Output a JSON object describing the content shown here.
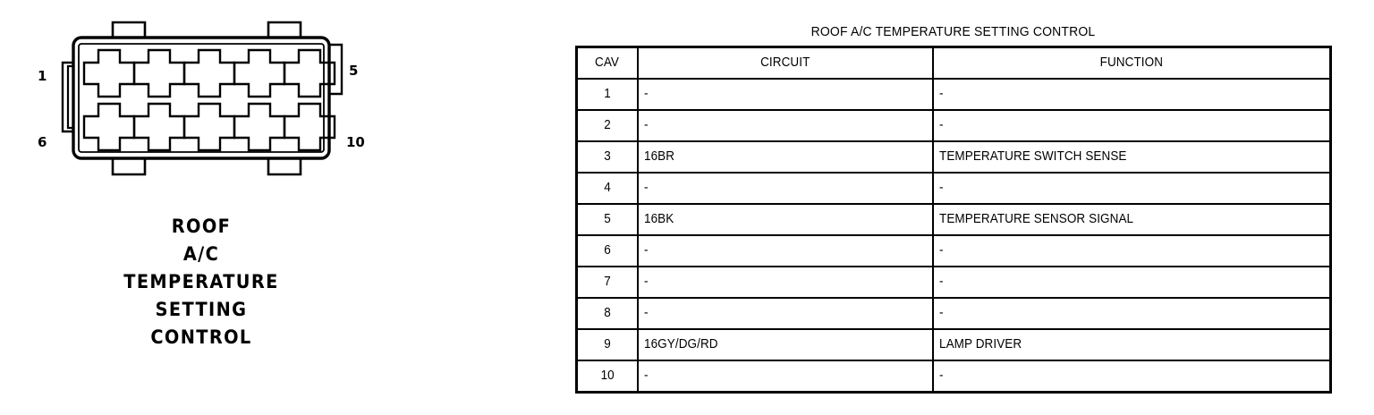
{
  "connector": {
    "caption_lines": [
      "ROOF",
      "A/C",
      "TEMPERATURE",
      "SETTING",
      "CONTROL"
    ],
    "corner_labels": {
      "top_left": "1",
      "top_right": "5",
      "bottom_left": "6",
      "bottom_right": "10"
    },
    "cavity_count": 10,
    "rows": 2,
    "columns": 5,
    "outline_color": "#000000"
  },
  "table": {
    "title": "ROOF A/C TEMPERATURE SETTING CONTROL",
    "headers": [
      "CAV",
      "CIRCUIT",
      "FUNCTION"
    ],
    "rows": [
      {
        "cav": "1",
        "circuit": "-",
        "function": "-"
      },
      {
        "cav": "2",
        "circuit": "-",
        "function": "-"
      },
      {
        "cav": "3",
        "circuit": "16BR",
        "function": "TEMPERATURE SWITCH SENSE"
      },
      {
        "cav": "4",
        "circuit": "-",
        "function": "-"
      },
      {
        "cav": "5",
        "circuit": "16BK",
        "function": "TEMPERATURE SENSOR SIGNAL"
      },
      {
        "cav": "6",
        "circuit": "-",
        "function": "-"
      },
      {
        "cav": "7",
        "circuit": "-",
        "function": "-"
      },
      {
        "cav": "8",
        "circuit": "-",
        "function": "-"
      },
      {
        "cav": "9",
        "circuit": "16GY/DG/RD",
        "function": "LAMP DRIVER"
      },
      {
        "cav": "10",
        "circuit": "-",
        "function": "-"
      }
    ]
  }
}
